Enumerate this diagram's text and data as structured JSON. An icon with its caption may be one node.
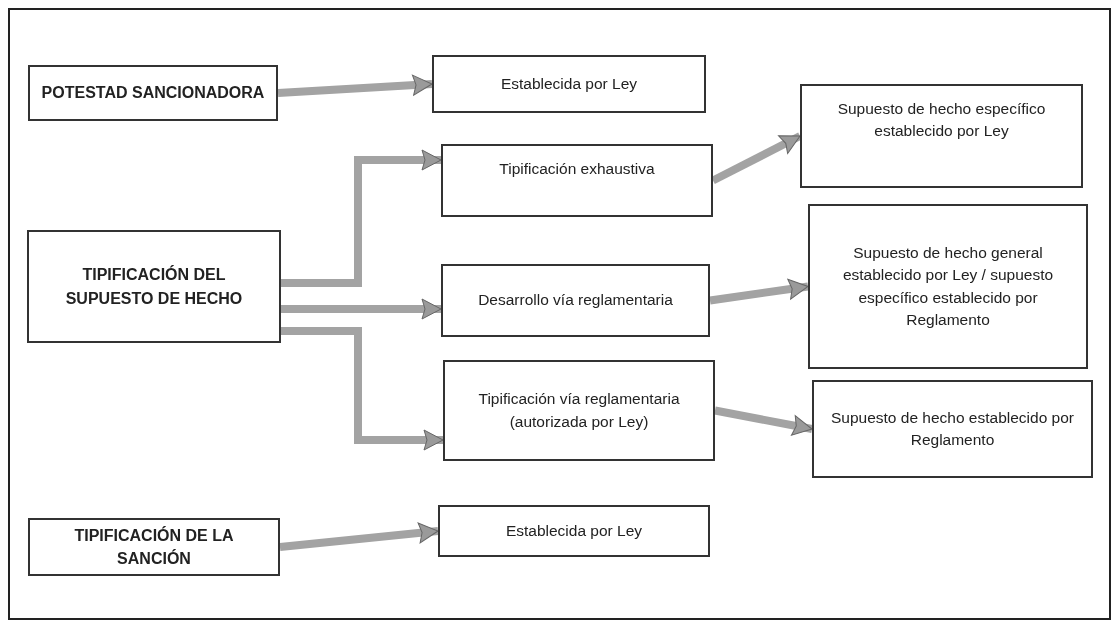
{
  "diagram": {
    "nodes": [
      {
        "text": [
          "POTESTAD SANCIONADORA"
        ]
      },
      {
        "text": [
          "Establecida por Ley"
        ]
      },
      {
        "text": [
          "TIPIFICACIÓN DEL SUPUESTO DE HECHO"
        ]
      },
      {
        "text": [
          "Tipificación exhaustiva"
        ]
      },
      {
        "text": [
          "Supuesto de hecho específico establecido por Ley"
        ]
      },
      {
        "text": [
          "Desarrollo vía reglamentaria"
        ]
      },
      {
        "text": [
          "Supuesto de hecho general establecido por Ley / supuesto específico establecido por Reglamento"
        ]
      },
      {
        "text": [
          "Tipificación vía reglamentaria (autorizada por Ley)"
        ]
      },
      {
        "text": [
          "Supuesto de hecho establecido por Reglamento"
        ]
      },
      {
        "text": [
          "TIPIFICACIÓN DE LA SANCIÓN"
        ]
      },
      {
        "text": [
          "Establecida por Ley"
        ]
      }
    ],
    "edges": [
      {
        "from": 0,
        "to": 1,
        "arrow": "to"
      },
      {
        "from": 2,
        "to": 3,
        "arrow": "to"
      },
      {
        "from": 2,
        "to": 5,
        "arrow": "to"
      },
      {
        "from": 2,
        "to": 7,
        "arrow": "to"
      },
      {
        "from": 3,
        "to": 4,
        "arrow": "to"
      },
      {
        "from": 5,
        "to": 6,
        "arrow": "to"
      },
      {
        "from": 7,
        "to": 8,
        "arrow": "to"
      },
      {
        "from": 9,
        "to": 10,
        "arrow": "to"
      }
    ]
  }
}
